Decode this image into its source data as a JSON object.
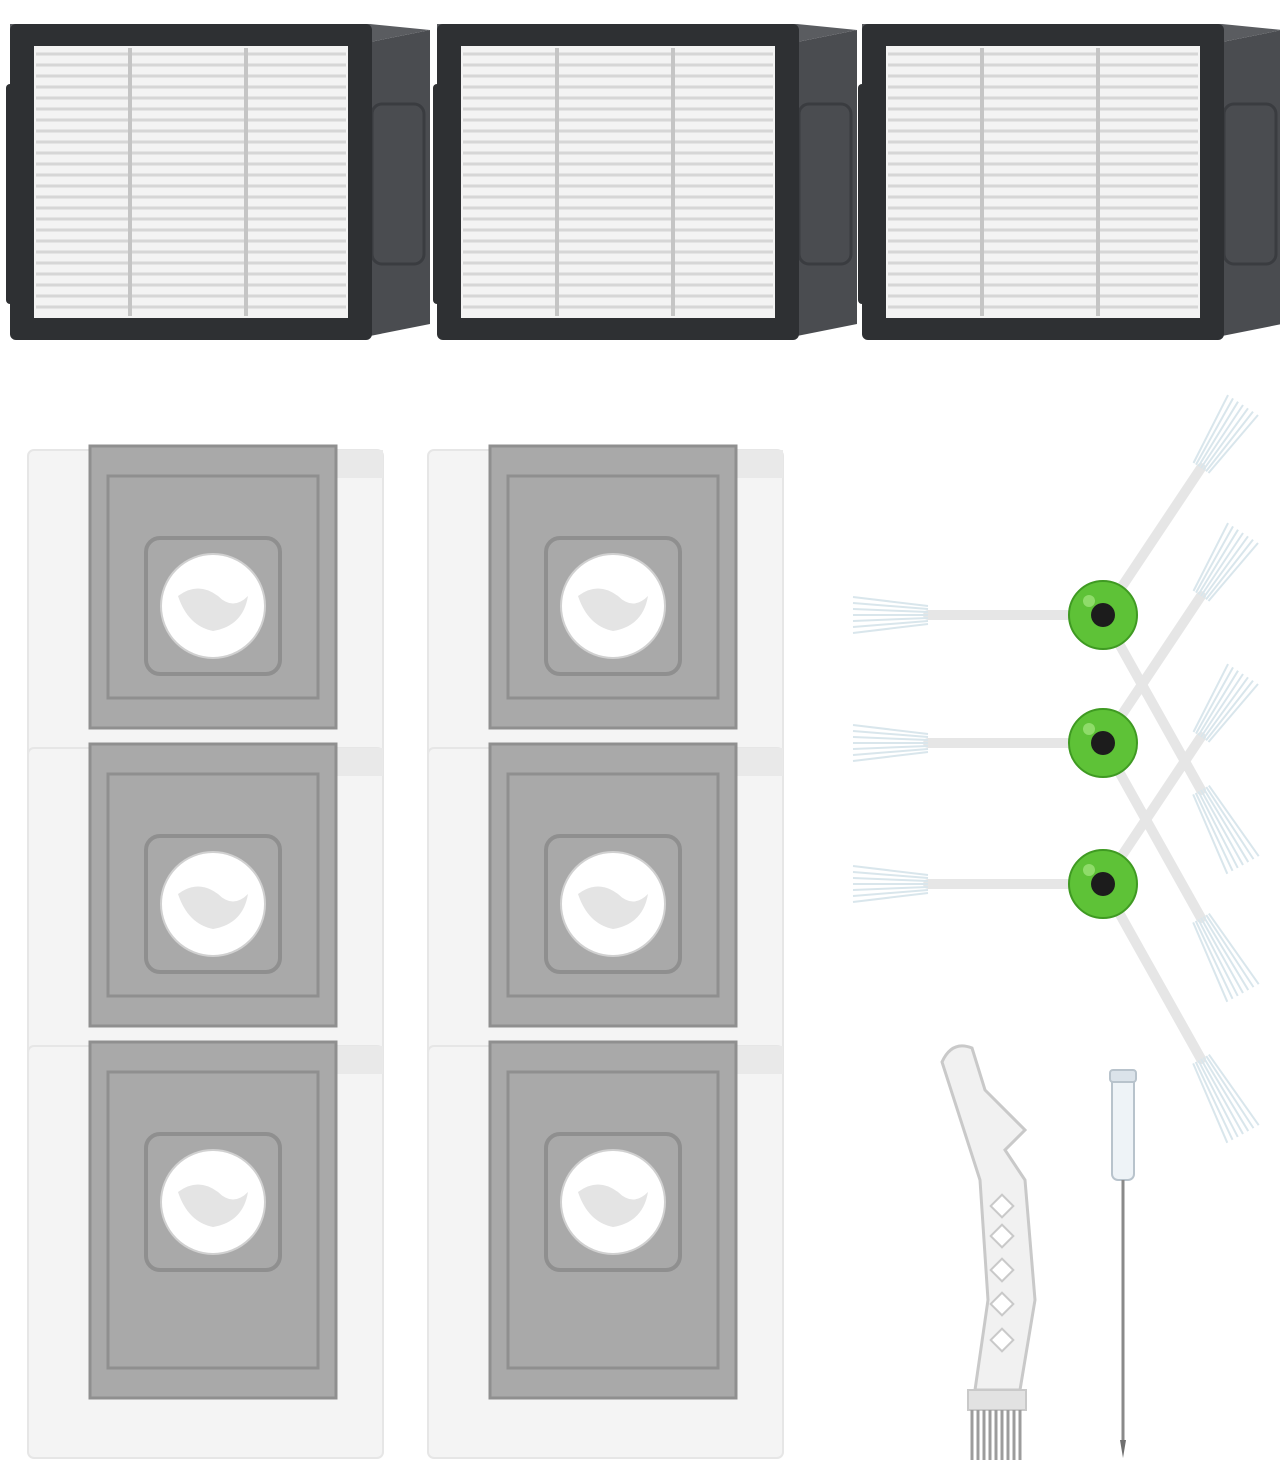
{
  "scene": {
    "background": "#ffffff",
    "items": [
      {
        "kind": "hepa-filter",
        "count": 3
      },
      {
        "kind": "dust-bag",
        "count": 6
      },
      {
        "kind": "side-brush",
        "count": 3
      },
      {
        "kind": "cleaning-tool",
        "count": 1
      },
      {
        "kind": "screwdriver",
        "count": 1
      }
    ],
    "colors": {
      "filter_frame": "#4a4c50",
      "filter_frame_dark": "#2e3033",
      "filter_media": "#f3f3f3",
      "filter_pleat": "#d6d6d6",
      "bag_body": "#f4f4f4",
      "bag_plate": "#a9a9a9",
      "bag_plate_edge": "#8f8f8f",
      "bag_hole": "#ffffff",
      "brush_hub": "#5ec237",
      "brush_hub_center": "#1c1c1c",
      "brush_arm": "#e6e6e6",
      "bristle": "#d9e6ec",
      "tool": "#f1f1f1",
      "tool_edge": "#c9c9c9"
    }
  }
}
